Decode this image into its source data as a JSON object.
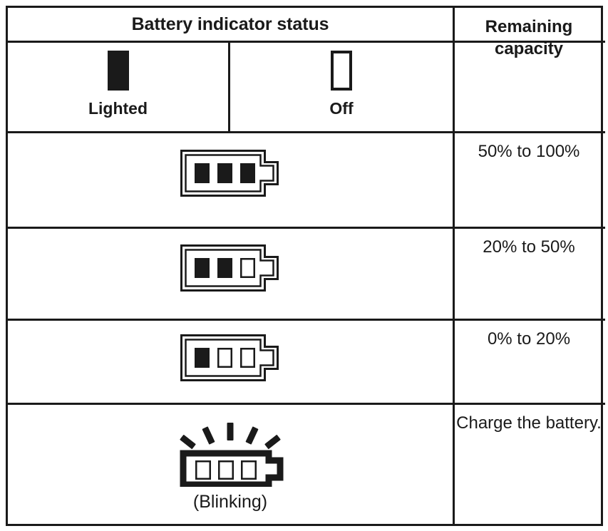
{
  "table": {
    "header": {
      "status_title": "Battery indicator status",
      "capacity_title": "Remaining capacity",
      "legend": [
        {
          "state": "lighted",
          "label": "Lighted",
          "swatch": "filled-rect-icon"
        },
        {
          "state": "off",
          "label": "Off",
          "swatch": "outlined-rect-icon"
        }
      ]
    },
    "rows": [
      {
        "icon": "battery-three-bars-icon",
        "bars": [
          true,
          true,
          true
        ],
        "blinking": false,
        "capacity": "50% to 100%"
      },
      {
        "icon": "battery-two-bars-icon",
        "bars": [
          true,
          true,
          false
        ],
        "blinking": false,
        "capacity": "20% to 50%"
      },
      {
        "icon": "battery-one-bar-icon",
        "bars": [
          true,
          false,
          false
        ],
        "blinking": false,
        "capacity": "0% to 20%"
      },
      {
        "icon": "battery-empty-blinking-icon",
        "bars": [
          false,
          false,
          false
        ],
        "blinking": true,
        "blinking_label": "(Blinking)",
        "capacity": "Charge the battery."
      }
    ]
  },
  "colors": {
    "ink": "#1a1a1a",
    "paper": "#ffffff"
  }
}
